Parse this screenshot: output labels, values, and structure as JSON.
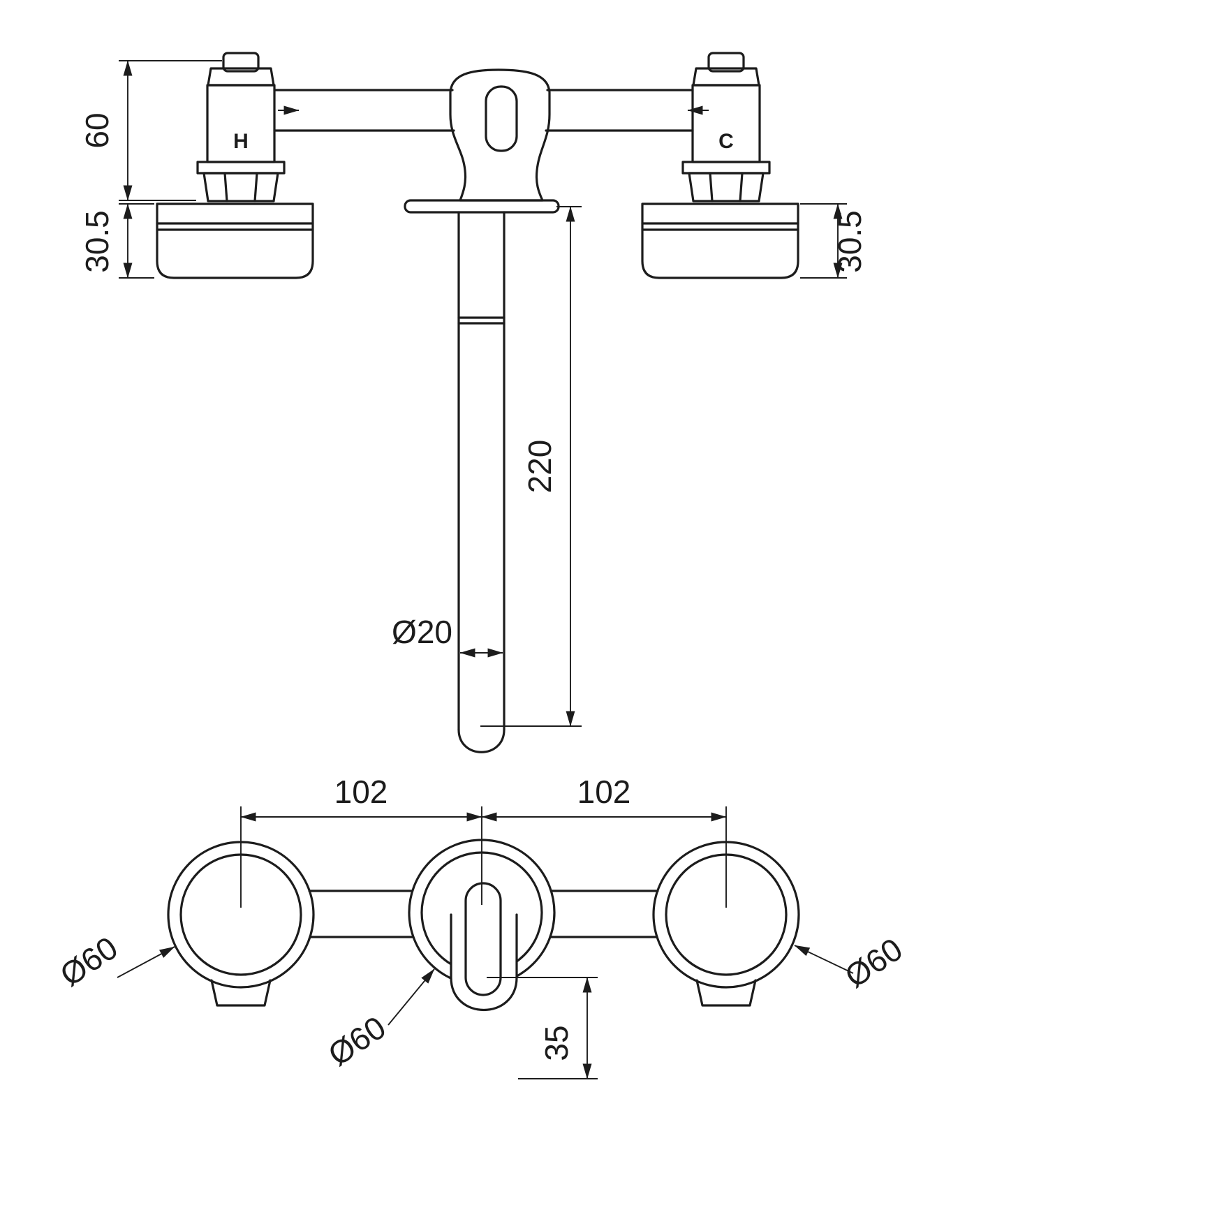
{
  "colors": {
    "line": "#1c1c1c",
    "background": "#ffffff"
  },
  "side_view": {
    "labels": {
      "hot": "H",
      "cold": "C"
    },
    "dims": {
      "valve_height": "60",
      "trim_depth_left": "30.5",
      "trim_depth_right": "30.5",
      "spout_projection": "220",
      "spout_diameter": "Ø20"
    }
  },
  "front_view": {
    "dims": {
      "pitch_left": "102",
      "pitch_right": "102",
      "trim_dia_left": "Ø60",
      "trim_dia_center": "Ø60",
      "trim_dia_right": "Ø60",
      "outlet_offset": "35"
    }
  }
}
